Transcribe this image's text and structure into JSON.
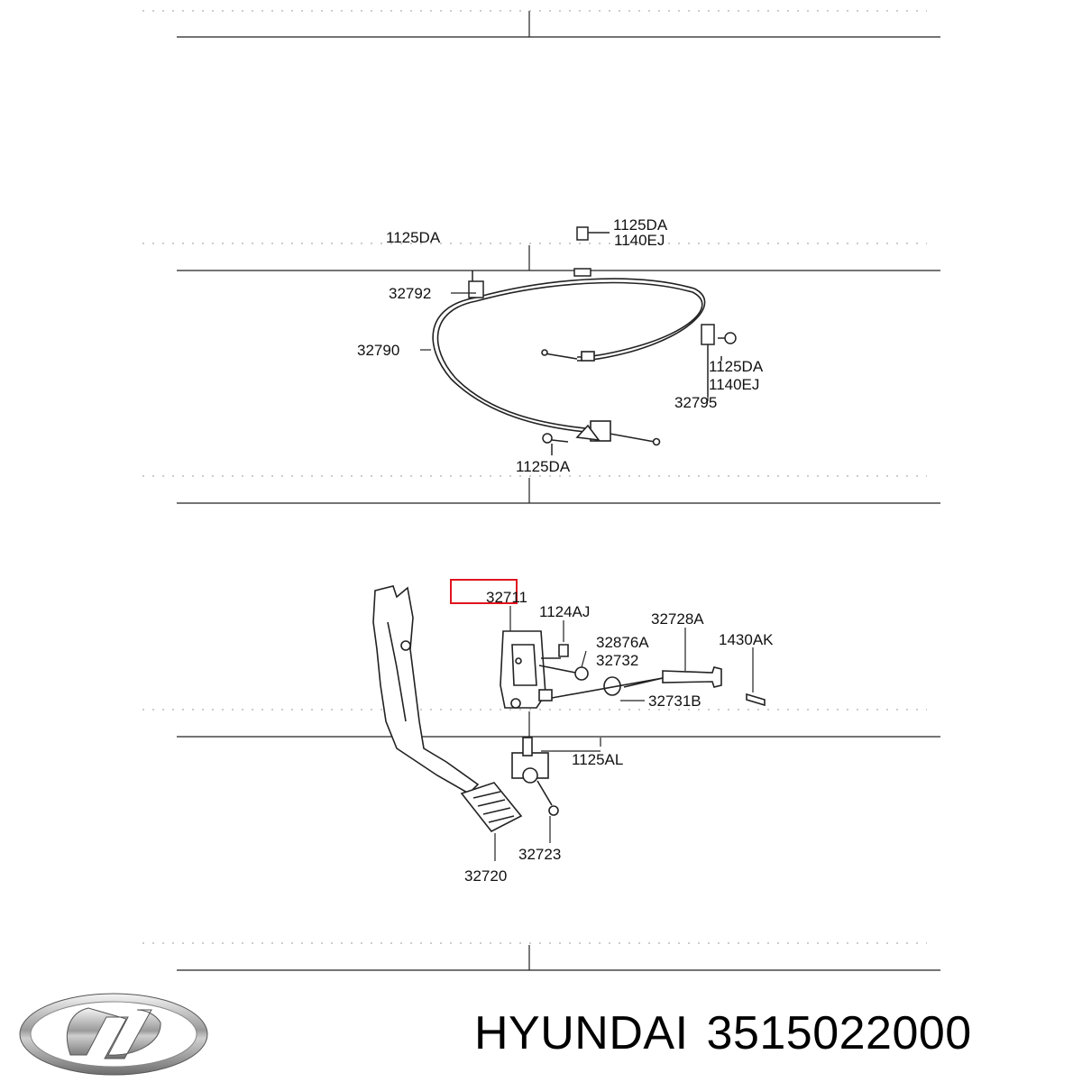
{
  "diagram": {
    "callouts": {
      "c_1125da_top_left": "1125DA",
      "c_1125da_top_right": "1125DA",
      "c_1140ej_top_right": "1140EJ",
      "c_32792": "32792",
      "c_32790": "32790",
      "c_1125da_right": "1125DA",
      "c_1140ej_right": "1140EJ",
      "c_32795": "32795",
      "c_1125da_bottom": "1125DA",
      "c_32711": "32711",
      "c_1124aj": "1124AJ",
      "c_32728a": "32728A",
      "c_32876a": "32876A",
      "c_1430ak": "1430AK",
      "c_32732": "32732",
      "c_32731b": "32731B",
      "c_1125al": "1125AL",
      "c_32723": "32723",
      "c_32720": "32720"
    },
    "highlight_color": "#e0141e"
  },
  "footer": {
    "brand_name": "HYUNDAI",
    "part_number": "3515022000",
    "logo_icon": "hyundai-logo-icon"
  }
}
